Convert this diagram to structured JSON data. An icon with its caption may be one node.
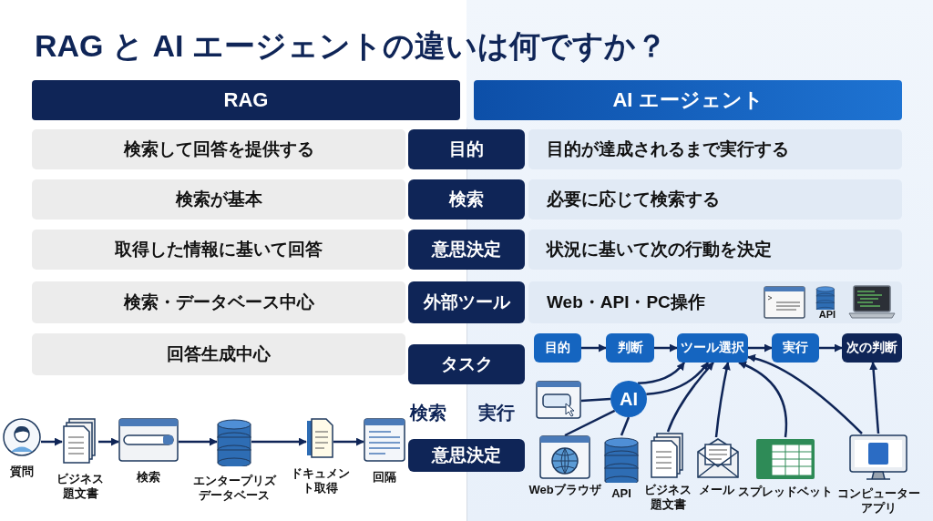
{
  "diagram": {
    "title": "RAG と AI エージェントの違いは何ですか？",
    "nodes": [
      {
        "text": [
          "RAG"
        ]
      },
      {
        "text": [
          "AI エージェント"
        ]
      },
      {
        "text": [
          "検索して回答を提供する"
        ]
      },
      {
        "text": [
          "目的"
        ]
      },
      {
        "text": [
          "目的が達成されるまで実行する"
        ]
      },
      {
        "text": [
          "検索が基本"
        ]
      },
      {
        "text": [
          "検索"
        ]
      },
      {
        "text": [
          "必要に応じて検索する"
        ]
      },
      {
        "text": [
          "取得した情報に基いて回答"
        ]
      },
      {
        "text": [
          "意思決定"
        ]
      },
      {
        "text": [
          "状況に基いて次の行動を決定"
        ]
      },
      {
        "text": [
          "検索・データベース中心"
        ]
      },
      {
        "text": [
          "外部ツール"
        ]
      },
      {
        "text": [
          "Web・API・PC操作"
        ]
      },
      {
        "text": [
          "回答生成中心"
        ]
      },
      {
        "text": [
          "タスク"
        ]
      },
      {
        "text": [
          "質問"
        ]
      },
      {
        "text": [
          "ビジネス題文書"
        ]
      },
      {
        "text": [
          "検索"
        ]
      },
      {
        "text": [
          "エンタープリズデータベース"
        ]
      },
      {
        "text": [
          "ドキュメント取得"
        ]
      },
      {
        "text": [
          "回隔"
        ]
      },
      {
        "text": [
          "意思決定"
        ]
      },
      {
        "text": [
          "目的"
        ]
      },
      {
        "text": [
          "判断"
        ]
      },
      {
        "text": [
          "ツール選択"
        ]
      },
      {
        "text": [
          "実行"
        ]
      },
      {
        "text": [
          "次の判断"
        ]
      },
      {
        "text": [],
        "shape": "picture"
      },
      {
        "text": [
          "AI"
        ]
      },
      {
        "text": [
          "Webブラウザ"
        ]
      },
      {
        "text": [
          "API"
        ]
      },
      {
        "text": [
          "ビジネス題文書"
        ]
      },
      {
        "text": [
          "メール"
        ]
      },
      {
        "text": [
          "スプレッドベット"
        ]
      },
      {
        "text": [
          "コンピューターアプリ"
        ]
      }
    ],
    "edges": [
      {
        "from": 16,
        "to": 17,
        "arrow": "to"
      },
      {
        "from": 17,
        "to": 18,
        "arrow": "to"
      },
      {
        "from": 18,
        "to": 19,
        "arrow": "to"
      },
      {
        "from": 19,
        "to": 20,
        "arrow": "to"
      },
      {
        "from": 20,
        "to": 21,
        "arrow": "to"
      },
      {
        "from": 23,
        "to": 24,
        "arrow": "to"
      },
      {
        "from": 24,
        "to": 25,
        "arrow": "to"
      },
      {
        "from": 25,
        "to": 26,
        "arrow": "to"
      },
      {
        "from": 26,
        "to": 27,
        "arrow": "to"
      },
      {
        "from": 28,
        "to": 29,
        "arrow": "none"
      },
      {
        "from": 30,
        "to": 29,
        "arrow": "none"
      },
      {
        "from": 31,
        "to": 29,
        "arrow": "none"
      },
      {
        "from": 29,
        "to": 25,
        "arrow": "to"
      },
      {
        "from": 29,
        "to": 25,
        "arrow": "to"
      },
      {
        "from": 32,
        "to": 25,
        "arrow": "to"
      },
      {
        "from": 33,
        "to": 25,
        "arrow": "to"
      },
      {
        "from": 34,
        "to": 25,
        "arrow": "to"
      },
      {
        "from": 35,
        "to": 25,
        "arrow": "to"
      },
      {
        "from": 35,
        "to": 27,
        "arrow": "to"
      }
    ],
    "labels": [
      "API",
      "検索",
      "実行"
    ]
  }
}
